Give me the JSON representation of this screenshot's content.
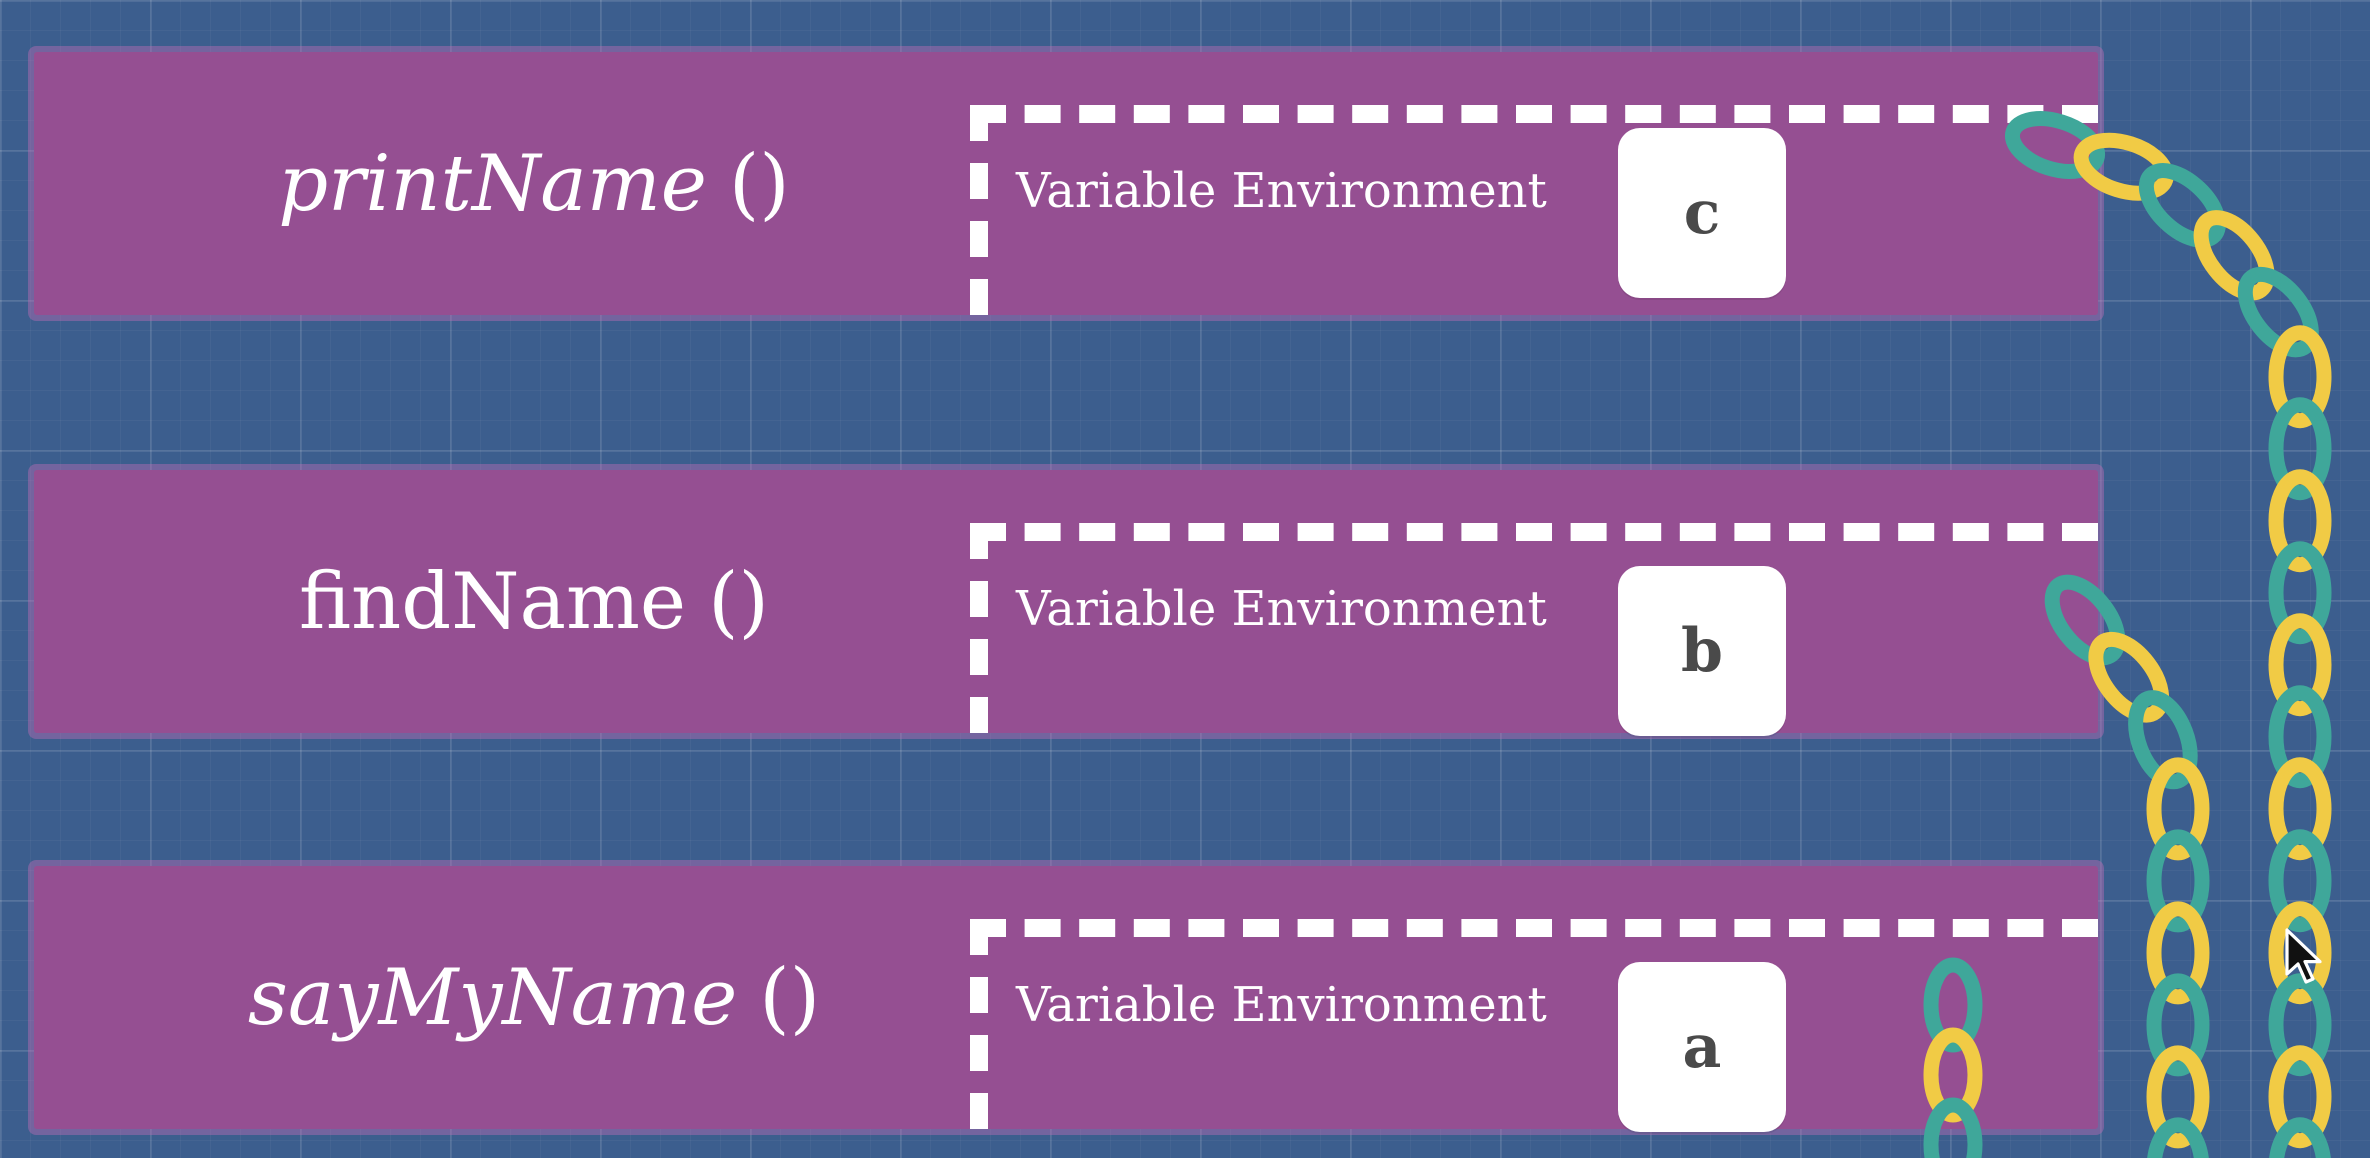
{
  "frames": [
    {
      "id": "printName",
      "name": "printName",
      "parens": "()",
      "env_label": "Variable Environment",
      "variable": "c"
    },
    {
      "id": "findName",
      "name": "findName",
      "parens": "()",
      "env_label": "Variable Environment",
      "variable": "b"
    },
    {
      "id": "sayMyName",
      "name": "sayMyName",
      "parens": "()",
      "env_label": "Variable Environment",
      "variable": "a"
    }
  ],
  "colors": {
    "background": "#3c5e8e",
    "frame": "#954f92",
    "chain_teal": "#3fa79a",
    "chain_yellow": "#f1cb45"
  },
  "icons": {
    "chain": "scope-chain-icon",
    "cursor": "mouse-pointer-icon"
  }
}
